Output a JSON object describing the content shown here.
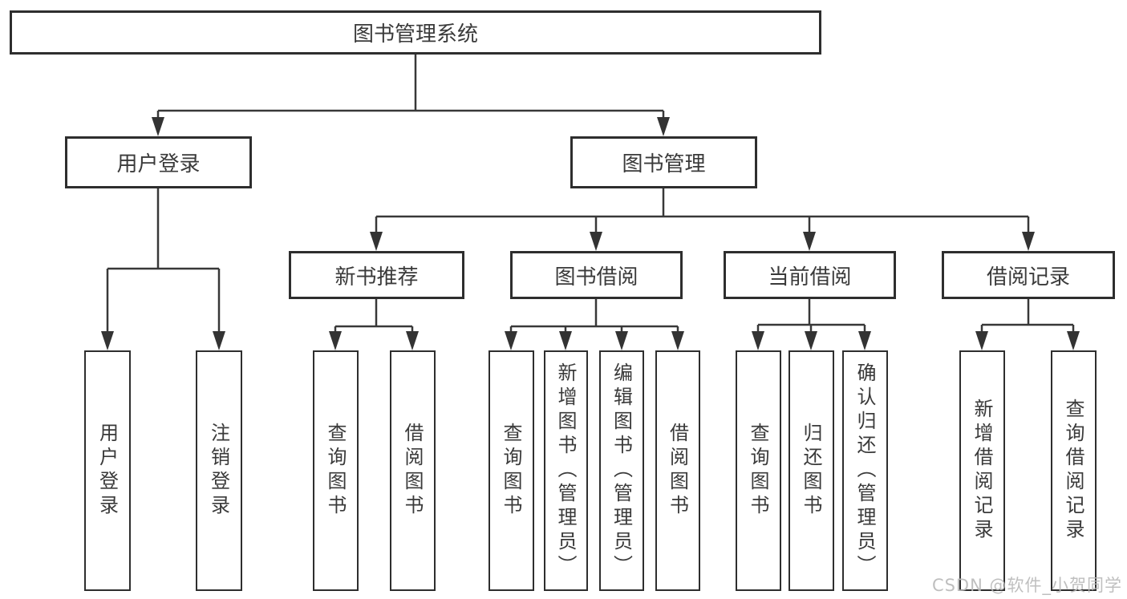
{
  "tree": {
    "root": "图书管理系统",
    "branches": [
      {
        "label": "用户登录",
        "children": [
          {
            "label": "用户登录"
          },
          {
            "label": "注销登录"
          }
        ]
      },
      {
        "label": "图书管理",
        "children": [
          {
            "label": "新书推荐",
            "children": [
              {
                "label": "查询图书"
              },
              {
                "label": "借阅图书"
              }
            ]
          },
          {
            "label": "图书借阅",
            "children": [
              {
                "label": "查询图书"
              },
              {
                "label": "新增图书（管理员）"
              },
              {
                "label": "编辑图书（管理员）"
              },
              {
                "label": "借阅图书"
              }
            ]
          },
          {
            "label": "当前借阅",
            "children": [
              {
                "label": "查询图书"
              },
              {
                "label": "归还图书"
              },
              {
                "label": "确认归还（管理员）"
              }
            ]
          },
          {
            "label": "借阅记录",
            "children": [
              {
                "label": "新增借阅记录"
              },
              {
                "label": "查询借阅记录"
              }
            ]
          }
        ]
      }
    ]
  },
  "watermark": "CSDN @软件_小贺同学",
  "colors": {
    "line": "#383838",
    "border": "#2e2e2e",
    "text": "#3a3a3a",
    "background": "#ffffff",
    "watermark": "#b9b9b9"
  }
}
